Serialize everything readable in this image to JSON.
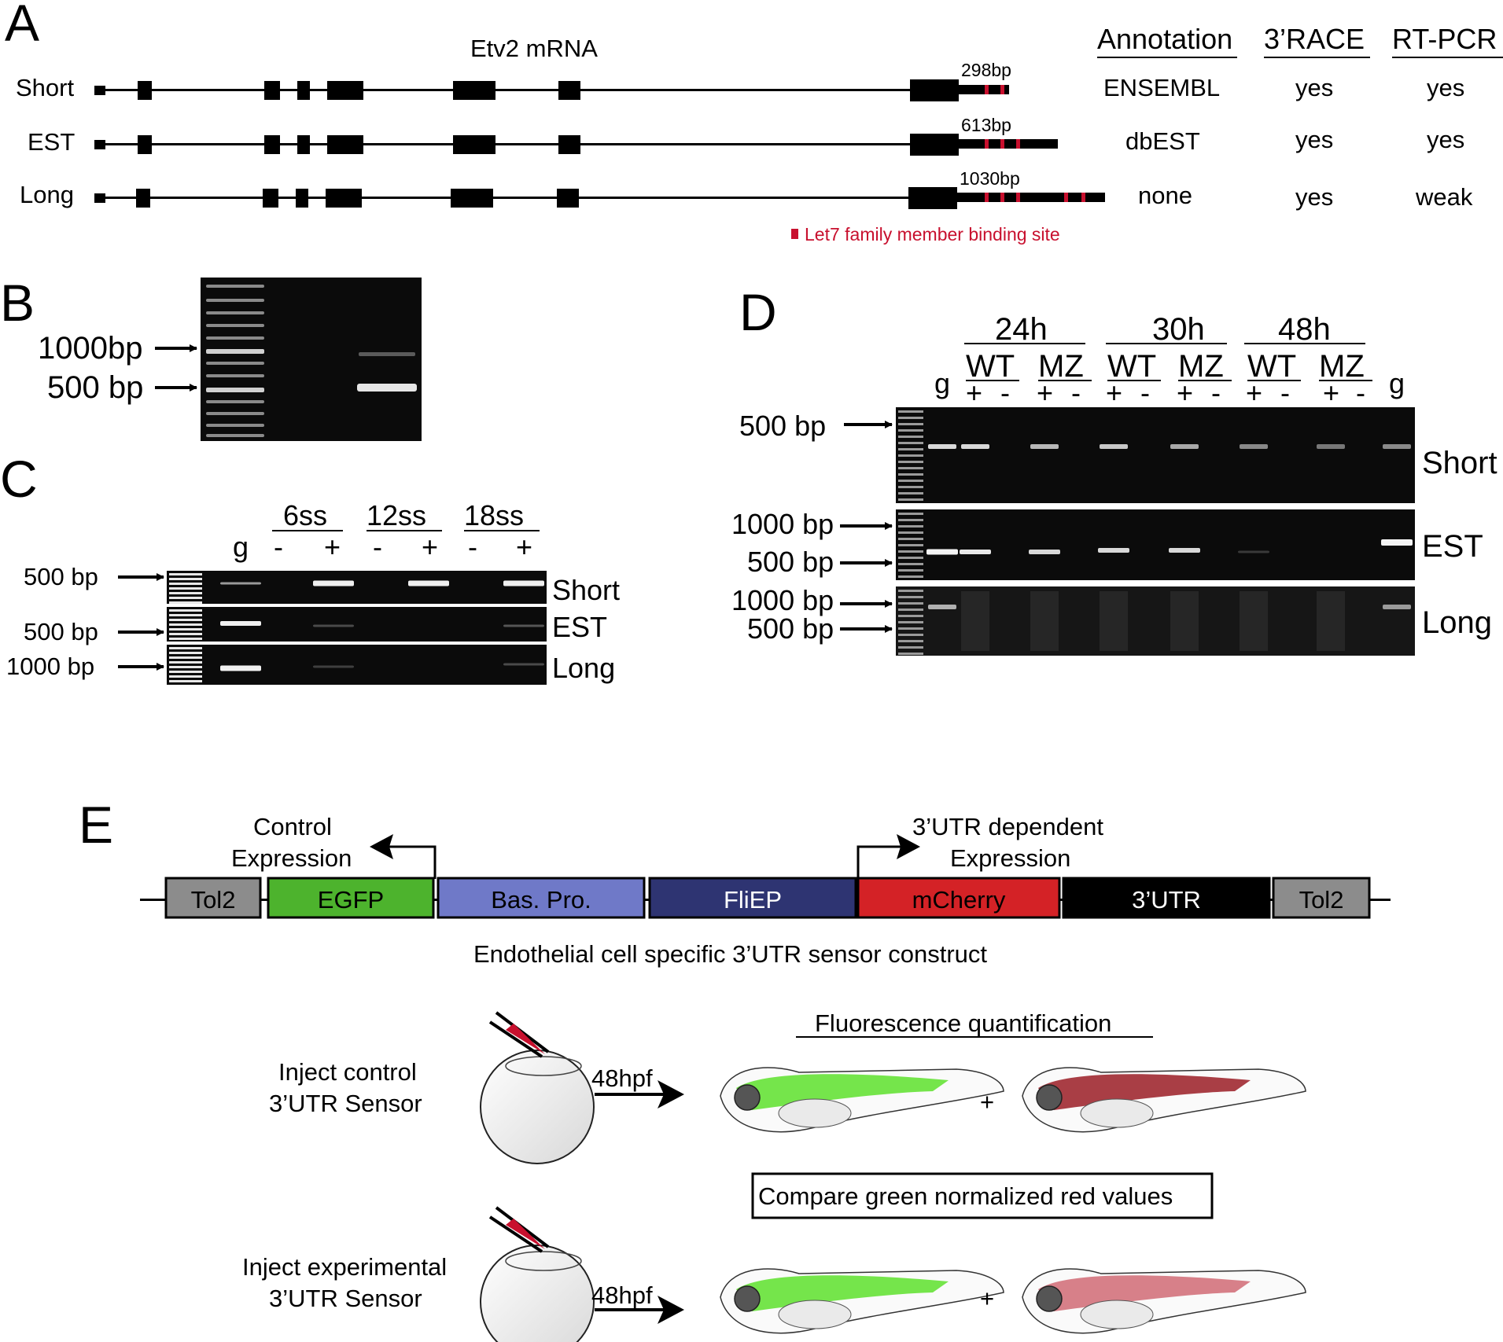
{
  "panel_labels": {
    "a": "A",
    "b": "B",
    "c": "C",
    "d": "D",
    "e": "E"
  },
  "panel_a": {
    "title": "Etv2 mRNA",
    "column_headers": [
      "Annotation",
      "3’RACE",
      "RT-PCR"
    ],
    "rows": [
      {
        "name": "Short",
        "utr": "298bp",
        "annotation": "ENSEMBL",
        "race": "yes",
        "rtpcr": "yes"
      },
      {
        "name": "EST",
        "utr": "613bp",
        "annotation": "dbEST",
        "race": "yes",
        "rtpcr": "yes"
      },
      {
        "name": "Long",
        "utr": "1030bp",
        "annotation": "none",
        "race": "yes",
        "rtpcr": "weak"
      }
    ],
    "legend": "Let7 family member binding site",
    "site_color": "#c8102e"
  },
  "panel_b": {
    "markers": [
      "1000bp",
      "500 bp"
    ]
  },
  "panel_c": {
    "stages": [
      "6ss",
      "12ss",
      "18ss"
    ],
    "lane_labels": [
      "g",
      "-",
      "+",
      "-",
      "+",
      "-",
      "+"
    ],
    "rows": [
      {
        "marker": "500 bp",
        "name": "Short"
      },
      {
        "marker": "500 bp",
        "name": "EST"
      },
      {
        "marker": "1000 bp",
        "name": "Long"
      }
    ]
  },
  "panel_d": {
    "timepoints": [
      "24h",
      "30h",
      "48h"
    ],
    "genotypes": [
      "WT",
      "MZ",
      "WT",
      "MZ",
      "WT",
      "MZ"
    ],
    "lane_labels": [
      "g",
      "+",
      "-",
      "+",
      "-",
      "+",
      "-",
      "+",
      "-",
      "+",
      "-",
      "+",
      "-",
      "g"
    ],
    "rows": [
      {
        "markers": [
          "500 bp"
        ],
        "name": "Short"
      },
      {
        "markers": [
          "1000 bp",
          "500 bp"
        ],
        "name": "EST"
      },
      {
        "markers": [
          "1000 bp",
          "500 bp"
        ],
        "name": "Long"
      }
    ]
  },
  "panel_e": {
    "promoter_labels": {
      "control_line1": "Control",
      "control_line2": "Expression",
      "dependent_line1": "3’UTR dependent",
      "dependent_line2": "Expression"
    },
    "construct": [
      {
        "label": "Tol2",
        "color": "#8c8c8c"
      },
      {
        "label": "EGFP",
        "color": "#4db32d"
      },
      {
        "label": "Bas. Pro.",
        "color": "#6f79c8"
      },
      {
        "label": "FliEP",
        "color": "#2e3472"
      },
      {
        "label": "mCherry",
        "color": "#d42226"
      },
      {
        "label": "3’UTR",
        "color": "#000000"
      },
      {
        "label": "Tol2",
        "color": "#8c8c8c"
      }
    ],
    "construct_caption": "Endothelial cell specific 3’UTR sensor construct",
    "quant_title": "Fluorescence quantification",
    "compare_box": "Compare green normalized red values",
    "inject_control": [
      "Inject control",
      "3’UTR Sensor"
    ],
    "inject_experimental": [
      "Inject experimental",
      "3’UTR Sensor"
    ],
    "time_label": "48hpf",
    "plus": "+"
  }
}
